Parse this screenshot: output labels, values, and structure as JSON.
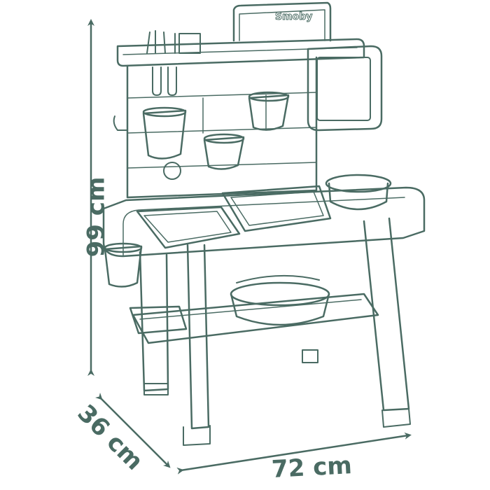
{
  "product": {
    "brand": "Smoby",
    "type": "toy kitchen dimension drawing"
  },
  "dimensions": {
    "height": {
      "label": "99 cm",
      "value": 99,
      "unit": "cm"
    },
    "depth": {
      "label": "36 cm",
      "value": 36,
      "unit": "cm"
    },
    "width": {
      "label": "72 cm",
      "value": 72,
      "unit": "cm"
    }
  },
  "colors": {
    "line": "#4a6b63",
    "background": "#ffffff"
  }
}
